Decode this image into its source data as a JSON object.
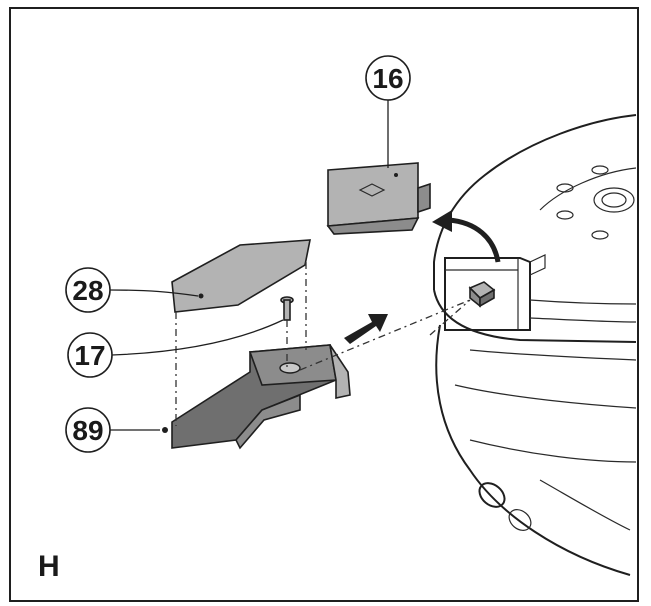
{
  "diagram": {
    "panel_label": "H",
    "callouts": [
      {
        "id": "c16",
        "text": "16"
      },
      {
        "id": "c28",
        "text": "28"
      },
      {
        "id": "c17",
        "text": "17"
      },
      {
        "id": "c89",
        "text": "89"
      }
    ]
  }
}
